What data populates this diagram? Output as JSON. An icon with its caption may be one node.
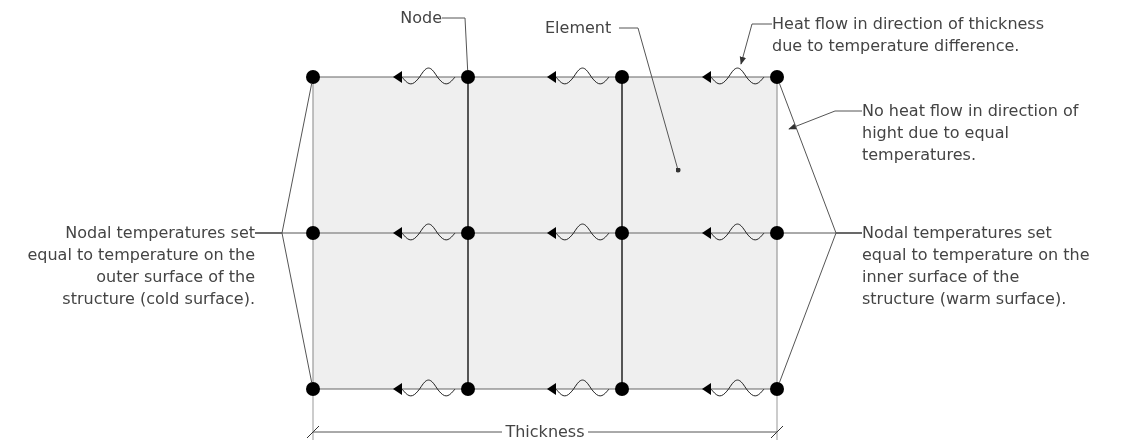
{
  "diagram": {
    "nodes": [
      {
        "text": [
          "Node"
        ]
      },
      {
        "text": [
          "Element"
        ]
      },
      {
        "text": [
          "Heat flow in direction of thickness due to temperature difference."
        ]
      },
      {
        "text": [
          "No heat flow in direction of hight due to equal temperatures."
        ]
      },
      {
        "text": [
          "Nodal temperatures set equal to temperature on the outer surface of the structure (cold surface)."
        ]
      },
      {
        "text": [
          "Nodal temperatures set equal to temperature on the inner surface of the structure (warm surface)."
        ]
      },
      {
        "text": [],
        "shape": "circle"
      },
      {
        "text": [],
        "shape": "circle"
      },
      {
        "text": [],
        "shape": "circle"
      },
      {
        "text": [],
        "shape": "circle"
      },
      {
        "text": [],
        "shape": "circle"
      },
      {
        "text": [],
        "shape": "circle"
      },
      {
        "text": [],
        "shape": "circle"
      },
      {
        "text": [],
        "shape": "circle"
      },
      {
        "text": [],
        "shape": "circle"
      },
      {
        "text": [],
        "shape": "circle"
      },
      {
        "text": [],
        "shape": "circle"
      },
      {
        "text": [],
        "shape": "circle"
      }
    ],
    "edges": [
      {
        "from": 0,
        "to": 7,
        "arrow": "none"
      },
      {
        "from": 1,
        "to": null,
        "arrow": "other"
      },
      {
        "from": 2,
        "to": null,
        "arrow": "to"
      },
      {
        "from": 3,
        "to": null,
        "arrow": "to"
      },
      {
        "from": 4,
        "to": 6,
        "arrow": "none"
      },
      {
        "from": 4,
        "to": 10,
        "arrow": "none"
      },
      {
        "from": 4,
        "to": 14,
        "arrow": "none"
      },
      {
        "from": 5,
        "to": 9,
        "arrow": "none"
      },
      {
        "from": 5,
        "to": 13,
        "arrow": "none"
      },
      {
        "from": 5,
        "to": 17,
        "arrow": "none"
      }
    ],
    "labels": [
      "Thickness"
    ]
  }
}
